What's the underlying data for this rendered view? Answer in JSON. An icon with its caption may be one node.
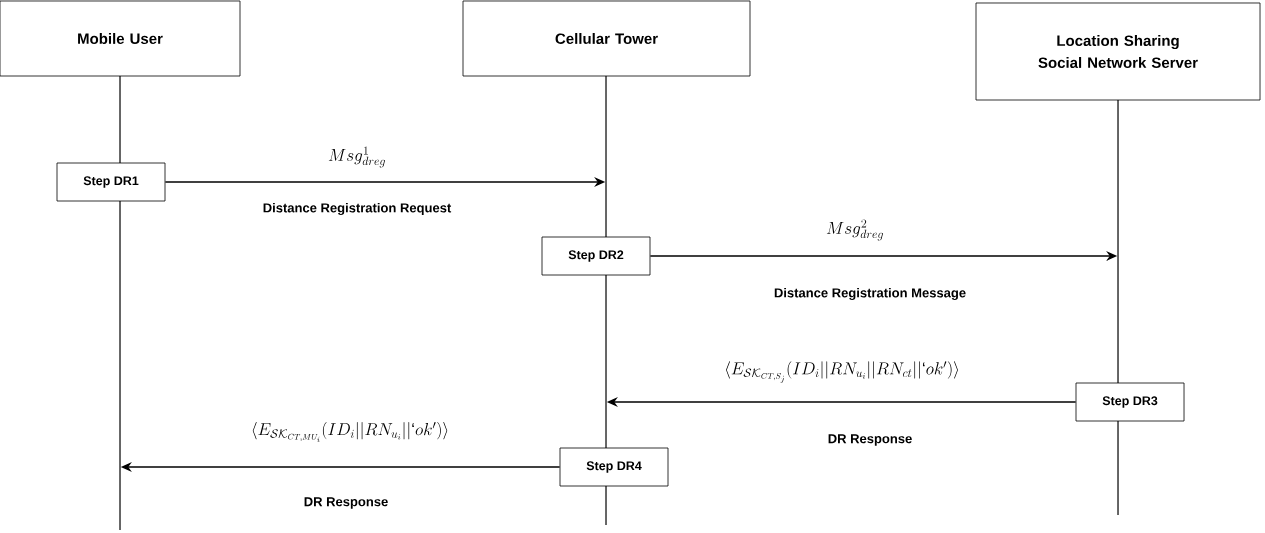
{
  "diagram": {
    "nodes": [
      {
        "text": [
          "Mobile User"
        ]
      },
      {
        "text": [
          "Cellular Tower"
        ]
      },
      {
        "text": [
          "Location Sharing Social Network Server"
        ]
      },
      {
        "text": [],
        "shape": "line"
      },
      {
        "text": [],
        "shape": "line"
      },
      {
        "text": [],
        "shape": "line"
      },
      {
        "text": [
          "Step DR1"
        ]
      },
      {
        "text": [
          "Step DR2"
        ]
      },
      {
        "text": [
          "Step DR3"
        ]
      },
      {
        "text": [
          "Step DR4"
        ]
      }
    ],
    "edges": [
      {
        "from": 6,
        "to": 4,
        "arrow": "to",
        "label": "Msg^{1}_{dreg}"
      },
      {
        "from": 7,
        "to": 5,
        "arrow": "to",
        "label": "Msg^{2}_{dreg}"
      },
      {
        "from": 8,
        "to": 4,
        "arrow": "to",
        "label": "\\langle E_{\\mathcal{SK}_{CT,S_j}}(ID_i||RN_{u_i}||RN_{ct}||`ok')\\rangle"
      },
      {
        "from": 9,
        "to": 3,
        "arrow": "to",
        "label": "\\langle E_{\\mathcal{SK}_{CT,MU_i}}(ID_i||RN_{u_i}||`ok')\\rangle"
      }
    ],
    "labels": [
      "Distance Registration Request",
      "Distance Registration Message",
      "DR Response",
      "DR Response"
    ]
  }
}
